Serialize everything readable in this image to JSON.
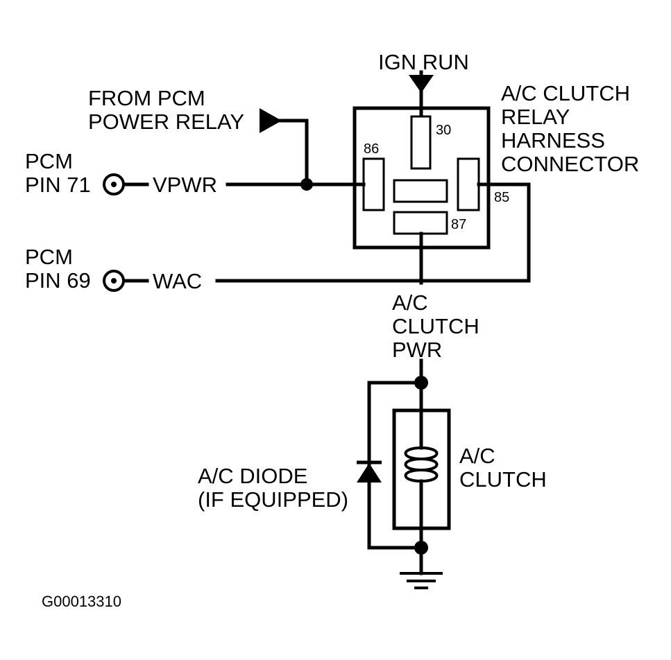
{
  "labels": {
    "ign_run": "IGN RUN",
    "from_pcm": "FROM PCM",
    "power_relay": "POWER RELAY",
    "relay_title": [
      "A/C CLUTCH",
      "RELAY",
      "HARNESS",
      "CONNECTOR"
    ],
    "pcm_pin71": [
      "PCM",
      "PIN 71"
    ],
    "vpwr": "VPWR",
    "pcm_pin69": [
      "PCM",
      "PIN 69"
    ],
    "wac": "WAC",
    "clutch_pwr": [
      "A/C",
      "CLUTCH",
      "PWR"
    ],
    "diode": [
      "A/C DIODE",
      "(IF EQUIPPED)"
    ],
    "clutch": [
      "A/C",
      "CLUTCH"
    ],
    "figure_code": "G00013310"
  },
  "relay_pins": {
    "p30": "30",
    "p86": "86",
    "p85": "85",
    "p87": "87"
  },
  "colors": {
    "ink": "#000000",
    "background": "#ffffff"
  }
}
